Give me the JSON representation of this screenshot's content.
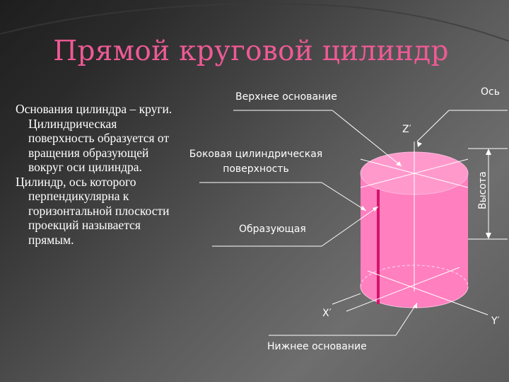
{
  "title": "Прямой круговой цилиндр",
  "body": {
    "paragraph1": "Основания цилиндра – круги. Цилиндрическая поверхность образуется от вращения образующей вокруг оси цилиндра.",
    "paragraph2": "Цилиндр, ось которого перпендикулярна к горизонтальной плоскости проекций называется прямым."
  },
  "labels": {
    "top_base": "Верхнее основание",
    "axis": "Ось",
    "z_prime": "Z′",
    "lateral_line1": "Боковая цилиндрическая",
    "lateral_line2": "поверхность",
    "height": "Высота",
    "generatrix": "Образующая",
    "x_prime": "X′",
    "y_prime": "Y′",
    "bottom_base": "Нижнее основание"
  },
  "colors": {
    "title": "#ee5a95",
    "cylinder_fill": "#ff7fbf",
    "cylinder_top": "#ff9fd0",
    "generatrix": "#d4146e"
  }
}
